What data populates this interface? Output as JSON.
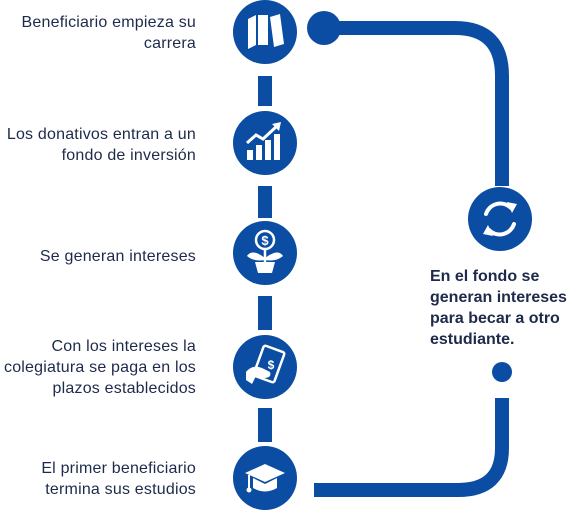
{
  "colors": {
    "primary": "#0b4da2",
    "text": "#1e2a4a",
    "icon": "#ffffff"
  },
  "steps": [
    {
      "label": "Beneficiario empieza su carrera",
      "icon": "books-icon"
    },
    {
      "label": "Los donativos entran a un fondo de inversión",
      "icon": "growth-chart-icon"
    },
    {
      "label": "Se generan intereses",
      "icon": "money-plant-icon"
    },
    {
      "label": "Con los intereses la colegiatura se paga en los plazos establecidos",
      "icon": "hand-money-icon"
    },
    {
      "label": "El primer beneficiario termina sus estudios",
      "icon": "graduation-cap-icon"
    }
  ],
  "cycle": {
    "label": "En el fondo se generan intereses para becar a otro estudiante.",
    "icon": "refresh-icon"
  }
}
